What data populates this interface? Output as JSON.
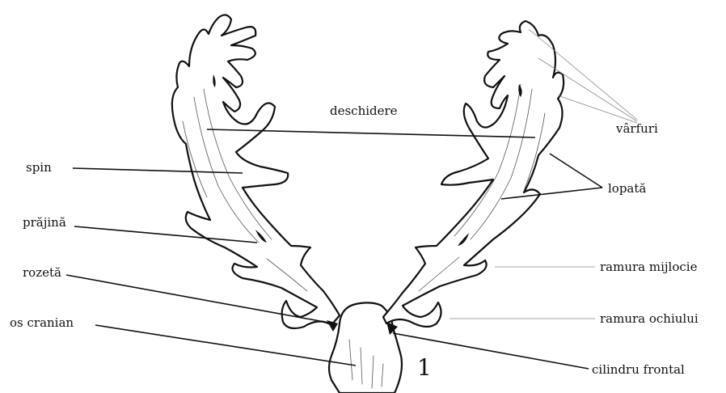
{
  "labels": {
    "deschidere": "deschidere",
    "varfuri": "vârfuri",
    "spin": "spin",
    "lopata": "lopată",
    "prajina": "prăjină",
    "ramura_mijlocie": "ramura mijlocie",
    "rozeta": "rozetă",
    "ramura_ochiului": "ramura ochiului",
    "os_cranian": "os cranian",
    "cilindru_frontal": "cilindru frontal"
  },
  "figure_number": "1"
}
